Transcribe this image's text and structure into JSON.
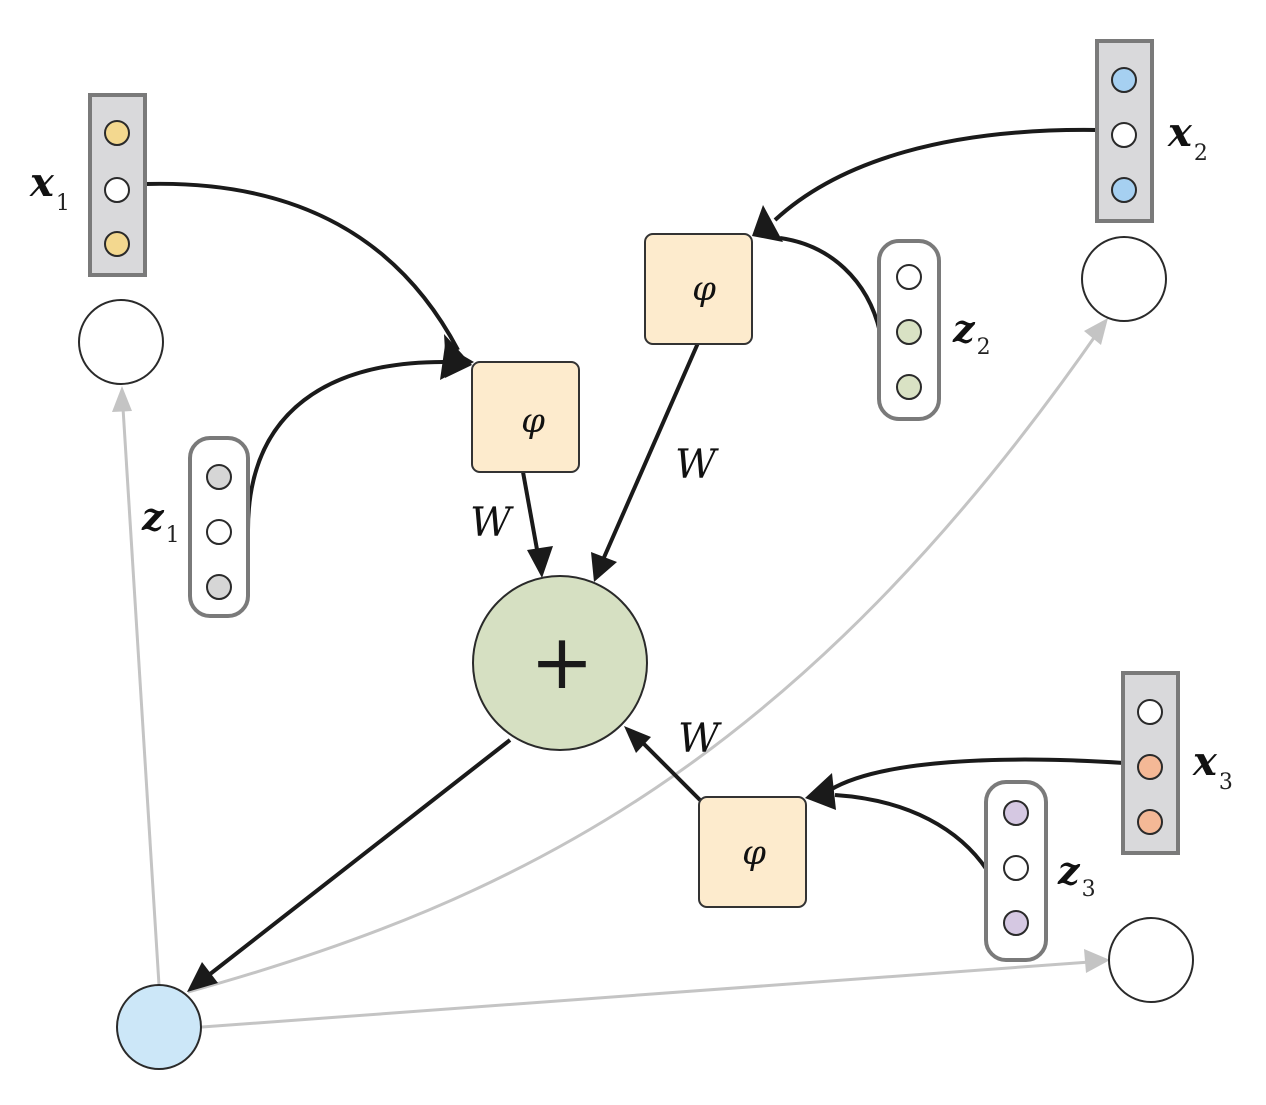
{
  "diagram": {
    "colors": {
      "black_edge": "#1a1a1a",
      "gray_edge": "#c4c4c4",
      "phi_fill": "#fdebcd",
      "sum_fill": "#d6e0c2",
      "hub_fill": "#cce7f8",
      "x_box_fill": "#d9d9db",
      "x_box_stroke": "#7a7a7a",
      "z_box_stroke": "#7a7a7a"
    },
    "inputs": [
      {
        "id": "x1",
        "label": "x",
        "subscript": "1",
        "dot_colors": [
          "#f3d88f",
          "#ffffff",
          "#f3d88f"
        ]
      },
      {
        "id": "x2",
        "label": "x",
        "subscript": "2",
        "dot_colors": [
          "#a6d0f1",
          "#ffffff",
          "#a6d0f1"
        ]
      },
      {
        "id": "x3",
        "label": "x",
        "subscript": "3",
        "dot_colors": [
          "#ffffff",
          "#f4b896",
          "#f4b896"
        ]
      }
    ],
    "latents": [
      {
        "id": "z1",
        "label": "z",
        "subscript": "1",
        "dot_colors": [
          "#d6d6d6",
          "#ffffff",
          "#d6d6d6"
        ]
      },
      {
        "id": "z2",
        "label": "z",
        "subscript": "2",
        "dot_colors": [
          "#ffffff",
          "#d9e2c4",
          "#d9e2c4"
        ]
      },
      {
        "id": "z3",
        "label": "z",
        "subscript": "3",
        "dot_colors": [
          "#d5c8e2",
          "#ffffff",
          "#d5c8e2"
        ]
      }
    ],
    "phi_nodes": [
      {
        "id": "phi1",
        "symbol": "φ"
      },
      {
        "id": "phi2",
        "symbol": "φ"
      },
      {
        "id": "phi3",
        "symbol": "φ"
      }
    ],
    "weight_label": "W",
    "sum_symbol": "+"
  }
}
